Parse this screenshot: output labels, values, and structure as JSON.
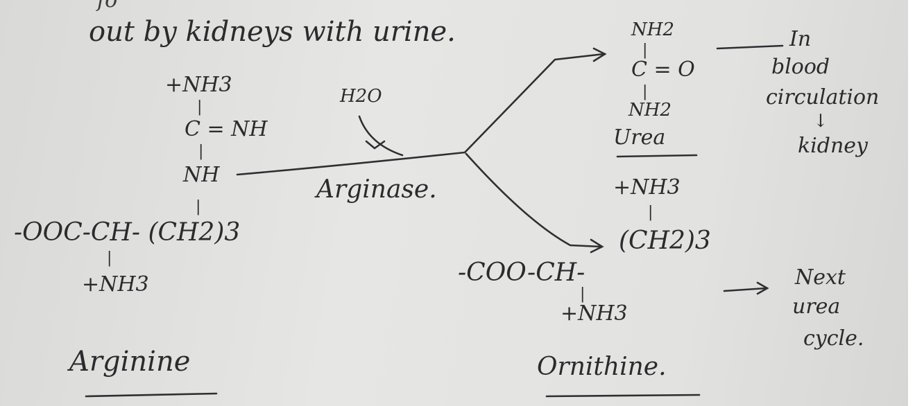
{
  "header": {
    "top_fragment": "fo",
    "line": "out by kidneys with urine."
  },
  "arginine": {
    "lines": [
      "+NH3",
      "|",
      "C = NH",
      "|",
      "NH",
      "|",
      "-OOC-CH- (CH2)3",
      "|",
      "+NH3"
    ],
    "label": "Arginine"
  },
  "enzyme": {
    "reagent": "H2O",
    "name": "Arginase."
  },
  "urea": {
    "lines": [
      "NH2",
      "|",
      "C = O",
      "|",
      "NH2"
    ],
    "label": "Urea"
  },
  "urea_note": {
    "lines": [
      "In",
      "blood",
      "circulation"
    ],
    "arrow": "↓",
    "dest": "kidney"
  },
  "ornithine": {
    "lines": [
      "+NH3",
      "|",
      "(CH2)3",
      "-COO-CH-",
      "|",
      "+NH3"
    ],
    "label": "Ornithine."
  },
  "ornithine_note": {
    "lines": [
      "Next",
      "urea",
      "cycle."
    ]
  }
}
